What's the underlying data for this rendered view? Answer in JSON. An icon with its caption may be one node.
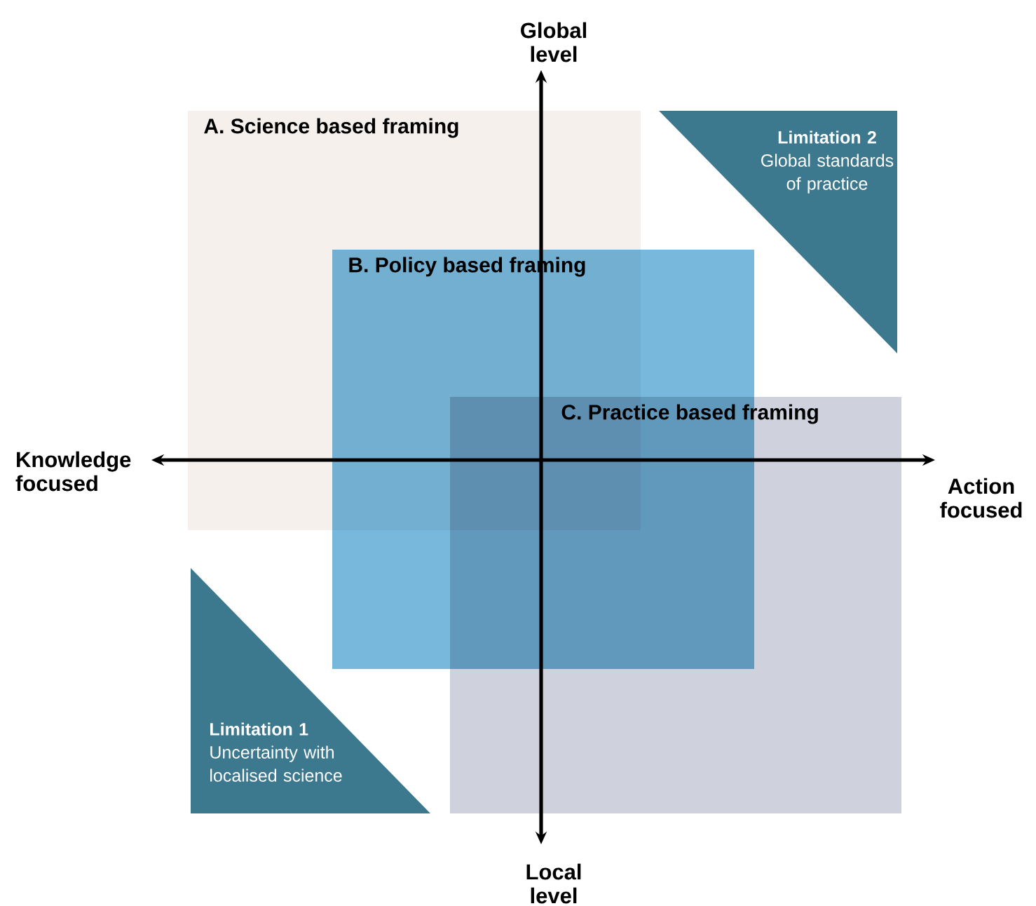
{
  "diagram": {
    "nodes": [
      {
        "text": [
          "A. Science based framing"
        ]
      },
      {
        "text": [
          "Limitation 2",
          "Global standards of practice"
        ]
      },
      {
        "text": [
          "B. Policy based framing"
        ]
      },
      {
        "text": [
          "C. Practice based framing"
        ]
      },
      {
        "text": [
          "Limitation 1",
          "Uncertainty with localised science"
        ]
      }
    ],
    "labels": [
      "Global level",
      "Knowledge focused",
      "Action focused",
      "Local level"
    ]
  }
}
